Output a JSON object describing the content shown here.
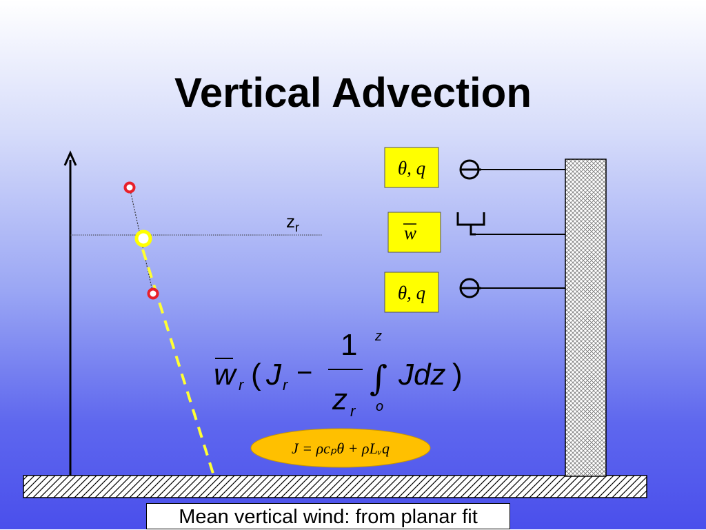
{
  "slide": {
    "title": "Vertical Advection",
    "caption": "Mean vertical wind: from planar fit"
  },
  "diagram": {
    "height_label_main": "z",
    "height_label_sub": "r",
    "sensor_box_top_label": "θ, q",
    "sensor_box_mid_label": "w",
    "sensor_box_bottom_label": "θ, q",
    "equation": {
      "w_symbol": "w",
      "w_subscript": "r",
      "open_paren": "(",
      "J_symbol": "J",
      "J_subscript": "r",
      "minus": "−",
      "numerator": "1",
      "denominator": "z",
      "denominator_subscript": "r",
      "integral": "∫",
      "upper_limit": "z",
      "lower_limit": "o",
      "integrand": "Jdz",
      "close_paren": ")"
    },
    "definition": "J = ρcₚθ + ρLᵥq"
  },
  "colors": {
    "marker_red": "#e8202a",
    "marker_yellow": "#ffff00",
    "profile_dashed": "#ffff33",
    "label_box_fill": "#ffff00",
    "definition_ellipse": "#ffc000"
  }
}
